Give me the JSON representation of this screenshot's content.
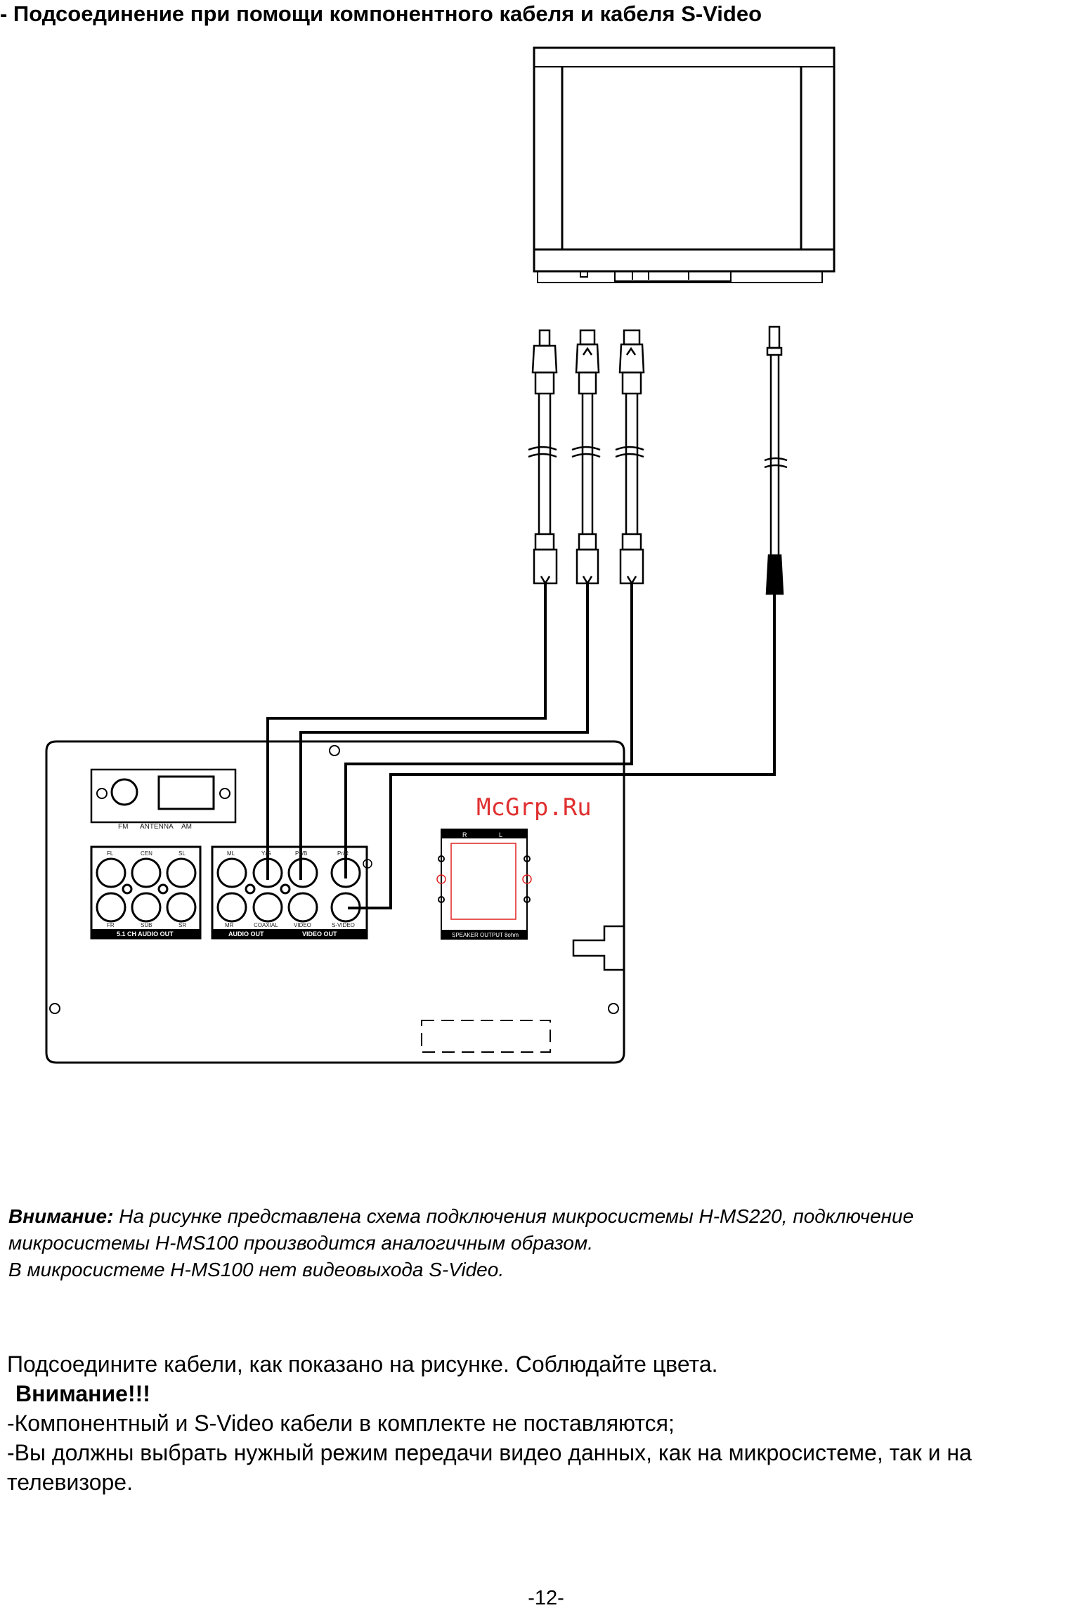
{
  "title": "- Подсоединение при помощи компонентного кабеля и кабеля S-Video",
  "diagram": {
    "antenna_labels": {
      "fm": "FM",
      "antenna": "ANTENNA",
      "am": "AM"
    },
    "audio51": {
      "top_labels": [
        "FL",
        "CEN",
        "SL"
      ],
      "bottom_labels": [
        "FR",
        "SUB",
        "SR"
      ],
      "caption": "5.1 CH AUDIO OUT"
    },
    "av_panel": {
      "top_labels": [
        "ML",
        "Y/G",
        "Pb/B",
        "Pr/R"
      ],
      "bottom_labels": [
        "MR",
        "COAXIAL",
        "VIDEO",
        "S-VIDEO"
      ],
      "audio_caption": "AUDIO OUT",
      "video_caption": "VIDEO OUT"
    },
    "speaker": {
      "left": "R",
      "right": "L",
      "caption": "SPEAKER OUTPUT 8ohm"
    },
    "watermark": "McGrp.Ru"
  },
  "note": {
    "label": "Внимание:",
    "line1": "На рисунке представлена схема подключения микросистемы H-MS220,  подключение",
    "line2": "микросистемы H-MS100  производится аналогичным образом.",
    "line3": "В микросистеме H-MS100  нет видеовыхода S-Video."
  },
  "instructions": {
    "line1": "Подсоедините кабели, как показано на рисунке. Соблюдайте цвета.",
    "warning": "Внимание!!!",
    "line2": "-Компонентный и S-Video кабели в комплекте не поставляются;",
    "line3": "-Вы должны выбрать нужный режим передачи видео данных, как на микросистеме, так и на",
    "line4": "телевизоре."
  },
  "page_number": "-12-"
}
